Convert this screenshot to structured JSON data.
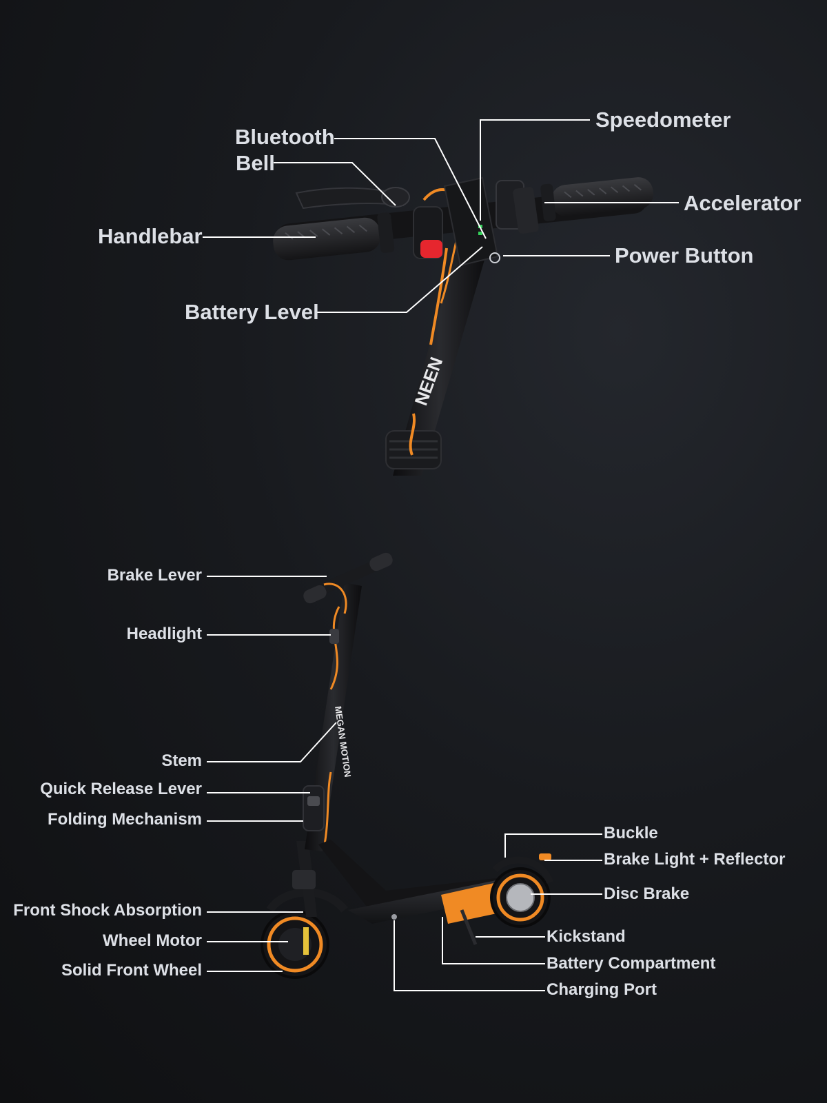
{
  "colors": {
    "background": "#141518",
    "label_text": "#dde0e6",
    "leader_line": "#ffffff",
    "accent_orange": "#f08a24",
    "body_black": "#1d1e21",
    "brake_red": "#e6262e",
    "display_green": "#35d05a"
  },
  "top_view": {
    "stem_logo": "NEEN",
    "labels": {
      "speedometer": "Speedometer",
      "bluetooth": "Bluetooth",
      "bell": "Bell",
      "accelerator": "Accelerator",
      "handlebar": "Handlebar",
      "power_button": "Power Button",
      "battery_level": "Battery Level"
    }
  },
  "side_view": {
    "stem_logo": "MEGAN MOTION",
    "labels": {
      "brake_lever": "Brake Lever",
      "headlight": "Headlight",
      "stem": "Stem",
      "quick_release_lever": "Quick Release Lever",
      "folding_mechanism": "Folding Mechanism",
      "front_shock_absorption": "Front Shock Absorption",
      "wheel_motor": "Wheel Motor",
      "solid_front_wheel": "Solid Front Wheel",
      "buckle": "Buckle",
      "brake_light_reflector": "Brake Light + Reflector",
      "disc_brake": "Disc Brake",
      "kickstand": "Kickstand",
      "battery_compartment": "Battery Compartment",
      "charging_port": "Charging Port"
    }
  }
}
